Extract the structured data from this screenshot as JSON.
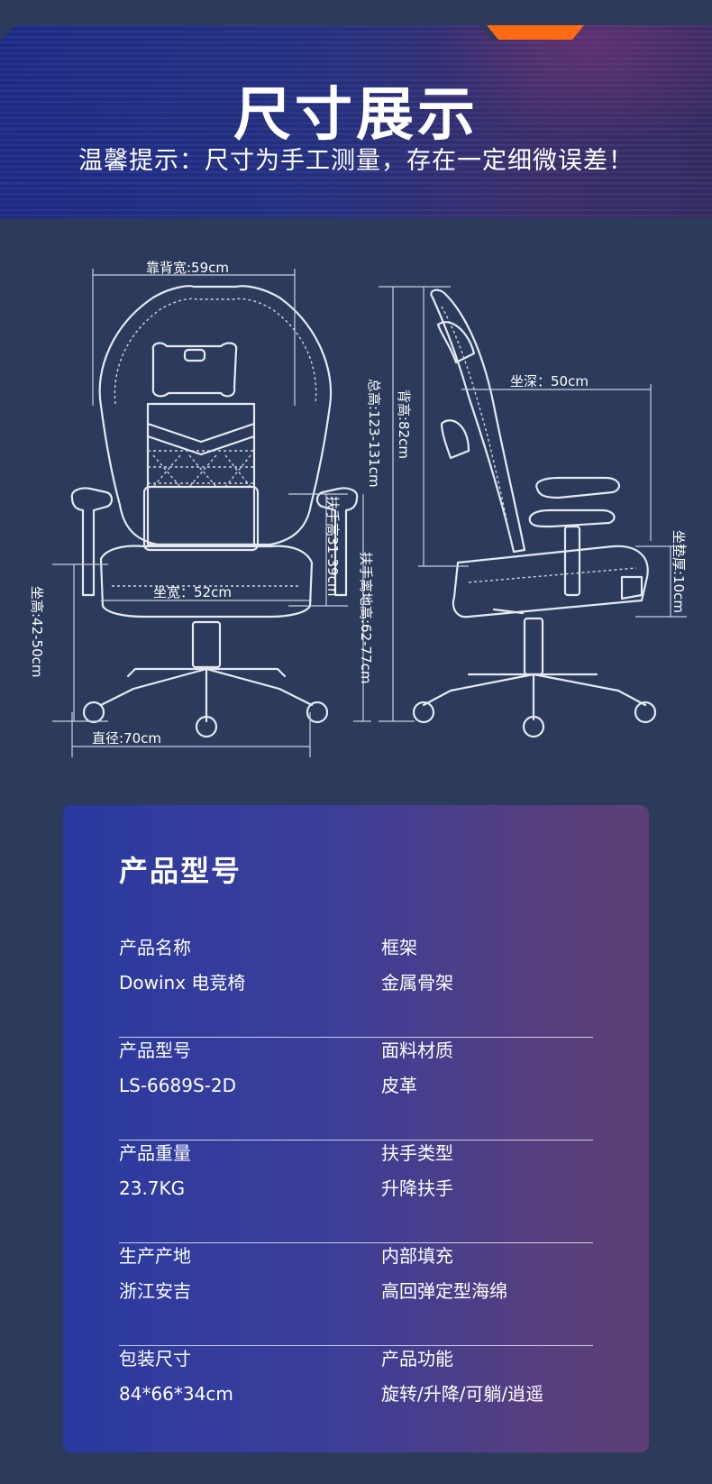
{
  "header": {
    "title": "尺寸展示",
    "subtitle": "温馨提示：尺寸为手工测量，存在一定细微误差！"
  },
  "dimensions": {
    "back_width": "靠背宽:59cm",
    "total_height": "总高:123-131cm",
    "back_height": "背高:82cm",
    "seat_depth": "坐深：50cm",
    "armrest_height": "扶手高31-39cm",
    "armrest_to_ground": "扶手离地高:62-77cm",
    "seat_height": "坐高:42-50cm",
    "seat_width": "坐宽：52cm",
    "cushion_thickness": "坐垫厚:10cm",
    "base_diameter": "直径:70cm"
  },
  "spec": {
    "title": "产品型号",
    "rows": [
      {
        "left_label": "产品名称",
        "left_value": "Dowinx 电竞椅",
        "right_label": "框架",
        "right_value": "金属骨架"
      },
      {
        "left_label": "产品型号",
        "left_value": "LS-6689S-2D",
        "right_label": "面料材质",
        "right_value": "皮革"
      },
      {
        "left_label": "产品重量",
        "left_value": "23.7KG",
        "right_label": "扶手类型",
        "right_value": "升降扶手"
      },
      {
        "left_label": "生产产地",
        "left_value": "浙江安吉",
        "right_label": "内部填充",
        "right_value": "高回弹定型海绵"
      },
      {
        "left_label": "包装尺寸",
        "left_value": "84*66*34cm",
        "right_label": "产品功能",
        "right_value": "旋转/升降/可躺/逍遥"
      }
    ]
  },
  "colors": {
    "accent": "#ff6a12",
    "page_bg": "#2c3b5c"
  }
}
